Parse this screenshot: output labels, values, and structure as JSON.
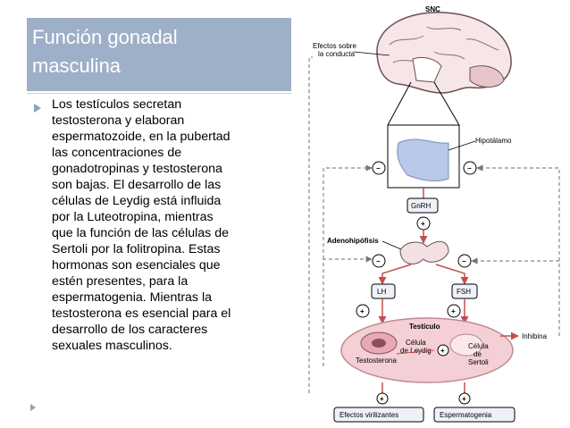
{
  "slide": {
    "title_lines": [
      "Función gonadal",
      "masculina"
    ],
    "body_lines": [
      "Los testículos secretan",
      "testosterona y elaboran",
      "espermatozoide, en la pubertad",
      "las concentraciones de",
      "gonadotropinas y testosterona",
      "son bajas. El desarrollo de las",
      "células de Leydig  está influida",
      "por la Luteotropina, mientras",
      "que la función de las células de",
      "Sertoli por la folitropina. Estas",
      "hormonas son esenciales que",
      "estén presentes, para la",
      "espermatogenia. Mientras la",
      "testosterona es esencial para el",
      "desarrollo de los caracteres",
      "sexuales masculinos."
    ]
  },
  "diagram": {
    "snc": "SNC",
    "efectos_line1": "Efectos sobre",
    "efectos_line2": "la conducta",
    "hipotalamo": "Hipotálamo",
    "gnrh": "GnRH",
    "adenohipofisis": "Adenohipófisis",
    "lh": "LH",
    "fsh": "FSH",
    "testiculo": "Testículo",
    "leydig_line1": "Célula",
    "leydig_line2": "de Leydig",
    "sertoli_line1": "Célula",
    "sertoli_line2": "de",
    "sertoli_line3": "Sertoli",
    "testosterona": "Testosterona",
    "inhibina": "Inhibina",
    "efectos_virilizantes": "Efectos virilizantes",
    "espermatogenia": "Espermatogenia",
    "minus": "−",
    "plus": "+",
    "colors": {
      "title_bar": "#9eb0c8",
      "arrow_red": "#c0504d",
      "dashed_gray": "#888888",
      "hypothalamus_blue": "#b7c8e8",
      "testis_pink": "#f4cfd6"
    }
  }
}
